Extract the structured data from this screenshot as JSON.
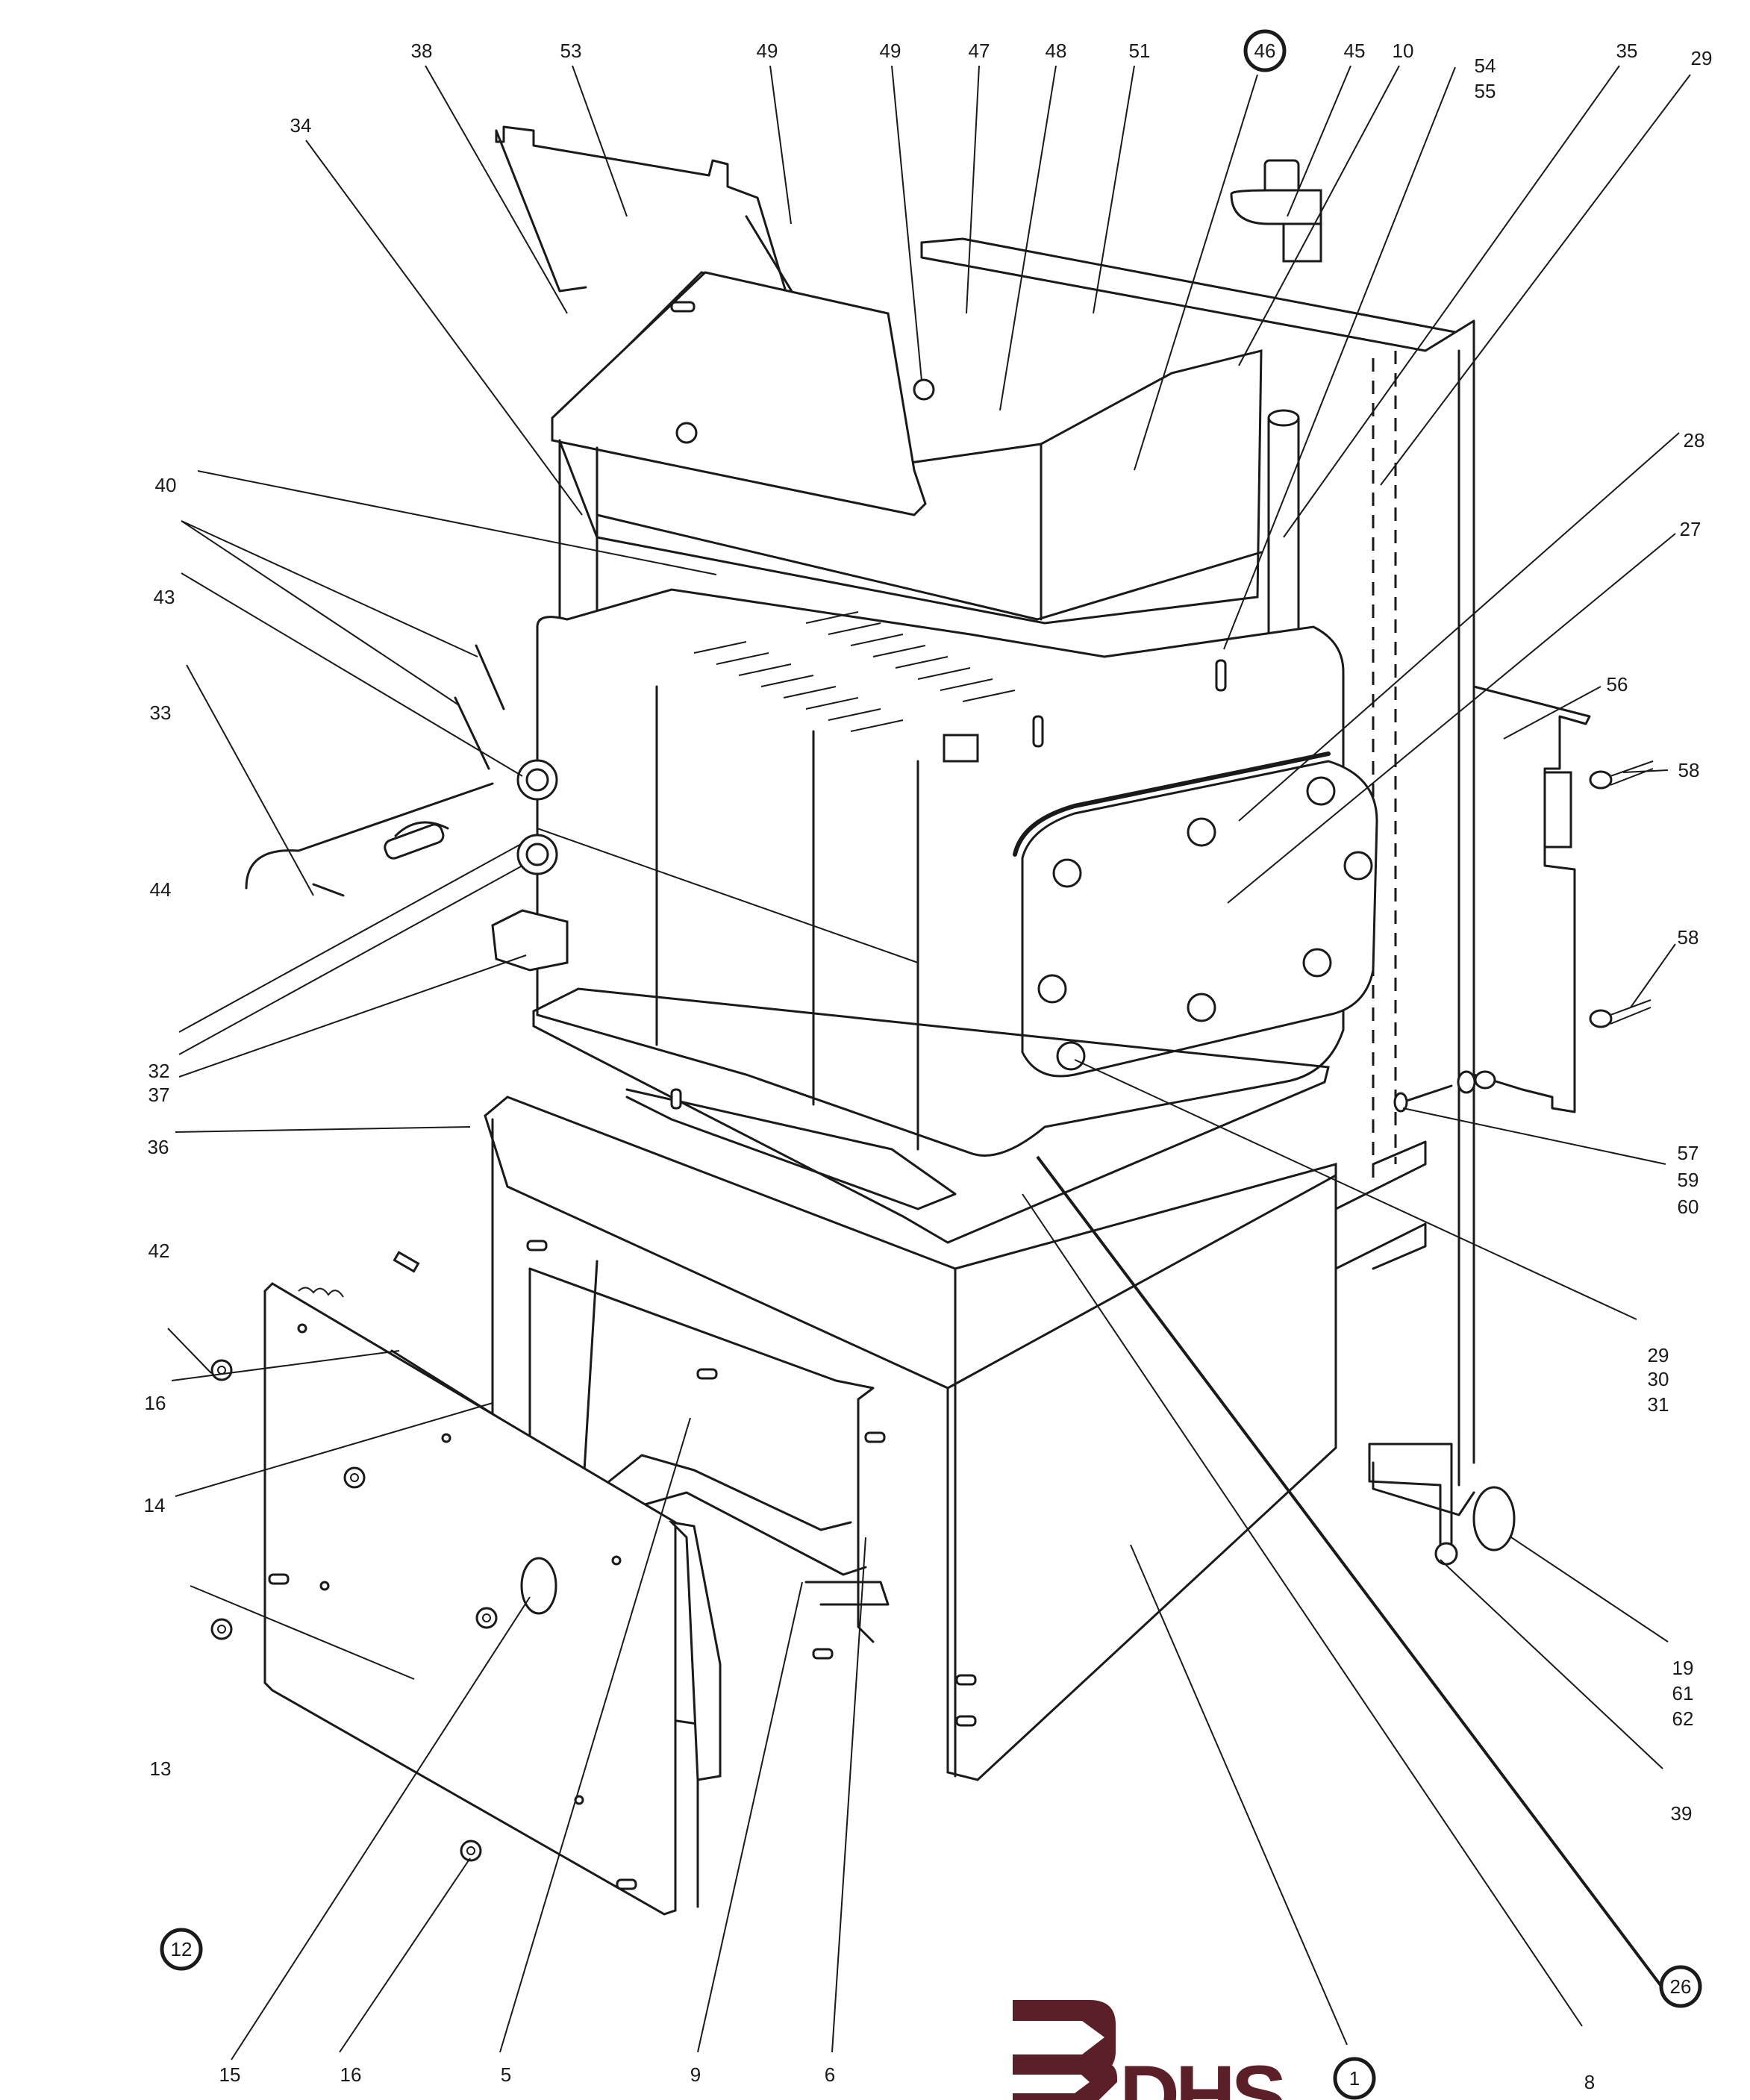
{
  "title": "Boiler heat exchanger exploded parts diagram",
  "brand": {
    "logo_text": "DHS",
    "color": "#5b1f27"
  },
  "ink_color": "#1a1a1a",
  "callouts": [
    {
      "id": "c38",
      "label": "38",
      "circled": false
    },
    {
      "id": "c53",
      "label": "53",
      "circled": false
    },
    {
      "id": "c49a",
      "label": "49",
      "circled": false
    },
    {
      "id": "c49b",
      "label": "49",
      "circled": false
    },
    {
      "id": "c47",
      "label": "47",
      "circled": false
    },
    {
      "id": "c48",
      "label": "48",
      "circled": false
    },
    {
      "id": "c51",
      "label": "51",
      "circled": false
    },
    {
      "id": "c46",
      "label": "46",
      "circled": true
    },
    {
      "id": "c45",
      "label": "45",
      "circled": false
    },
    {
      "id": "c10",
      "label": "10",
      "circled": false
    },
    {
      "id": "c54",
      "label": "54",
      "circled": false
    },
    {
      "id": "c55",
      "label": "55",
      "circled": false
    },
    {
      "id": "c35",
      "label": "35",
      "circled": false
    },
    {
      "id": "c29a",
      "label": "29",
      "circled": false
    },
    {
      "id": "c34",
      "label": "34",
      "circled": false
    },
    {
      "id": "c40",
      "label": "40",
      "circled": false
    },
    {
      "id": "c43",
      "label": "43",
      "circled": false
    },
    {
      "id": "c33",
      "label": "33",
      "circled": false
    },
    {
      "id": "c44",
      "label": "44",
      "circled": false
    },
    {
      "id": "c32",
      "label": "32",
      "circled": false
    },
    {
      "id": "c37",
      "label": "37",
      "circled": false
    },
    {
      "id": "c36",
      "label": "36",
      "circled": false
    },
    {
      "id": "c42",
      "label": "42",
      "circled": false
    },
    {
      "id": "c16a",
      "label": "16",
      "circled": false
    },
    {
      "id": "c14",
      "label": "14",
      "circled": false
    },
    {
      "id": "c13",
      "label": "13",
      "circled": false
    },
    {
      "id": "c12",
      "label": "12",
      "circled": true
    },
    {
      "id": "c15",
      "label": "15",
      "circled": false
    },
    {
      "id": "c16b",
      "label": "16",
      "circled": false
    },
    {
      "id": "c5",
      "label": "5",
      "circled": false
    },
    {
      "id": "c9",
      "label": "9",
      "circled": false
    },
    {
      "id": "c6",
      "label": "6",
      "circled": false
    },
    {
      "id": "c1",
      "label": "1",
      "circled": true
    },
    {
      "id": "c8",
      "label": "8",
      "circled": false
    },
    {
      "id": "c26",
      "label": "26",
      "circled": true
    },
    {
      "id": "c28",
      "label": "28",
      "circled": false
    },
    {
      "id": "c27",
      "label": "27",
      "circled": false
    },
    {
      "id": "c56",
      "label": "56",
      "circled": false
    },
    {
      "id": "c58a",
      "label": "58",
      "circled": false
    },
    {
      "id": "c58b",
      "label": "58",
      "circled": false
    },
    {
      "id": "c57",
      "label": "57",
      "circled": false
    },
    {
      "id": "c59",
      "label": "59",
      "circled": false
    },
    {
      "id": "c60",
      "label": "60",
      "circled": false
    },
    {
      "id": "c29b",
      "label": "29",
      "circled": false
    },
    {
      "id": "c30",
      "label": "30",
      "circled": false
    },
    {
      "id": "c31",
      "label": "31",
      "circled": false
    },
    {
      "id": "c19",
      "label": "19",
      "circled": false
    },
    {
      "id": "c61",
      "label": "61",
      "circled": false
    },
    {
      "id": "c62",
      "label": "62",
      "circled": false
    },
    {
      "id": "c39",
      "label": "39",
      "circled": false
    }
  ]
}
